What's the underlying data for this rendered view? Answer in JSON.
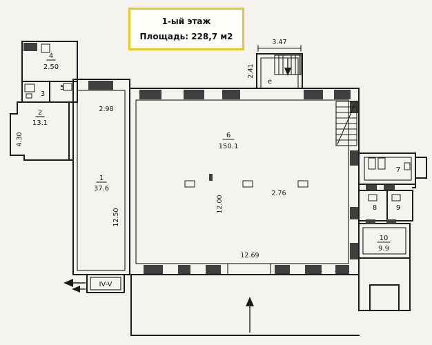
{
  "title": {
    "floor": "1-ый этаж",
    "area": "Площадь: 228,7 м2"
  },
  "rooms": {
    "r1": {
      "number": "1",
      "area": "37.6"
    },
    "r2": {
      "number": "2",
      "area": "13.1"
    },
    "r3": {
      "number": "3"
    },
    "r4": {
      "number": "4",
      "area": "2.50"
    },
    "r5": {
      "number": "5"
    },
    "r6": {
      "number": "6",
      "area": "150.1"
    },
    "r7": {
      "number": "7"
    },
    "r8": {
      "number": "8"
    },
    "r9": {
      "number": "9"
    },
    "r10": {
      "number": "10",
      "area": "9.9"
    }
  },
  "dimensions": {
    "wing_top": "2.98",
    "entry_width": "3.47",
    "entry_depth": "2.41",
    "room2_depth": "4.30",
    "room1_depth": "12.50",
    "hall_depth": "12.00",
    "hall_span": "2.76",
    "hall_width": "12.69"
  },
  "annotations": {
    "section_mark": "IV-V",
    "stair_label": "е"
  },
  "colors": {
    "title_border": "#edc627",
    "line": "#1c1c1c",
    "pier_fill": "#3f3f3f",
    "background": "#f5f3ee"
  }
}
